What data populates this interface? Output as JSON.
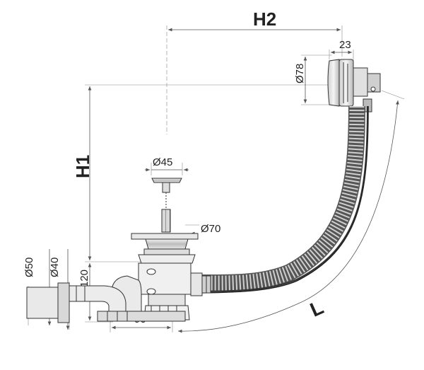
{
  "labels": {
    "h2": "H2",
    "h1": "H1",
    "d23": "23",
    "d78": "Ø78",
    "d45": "Ø45",
    "d70": "Ø70",
    "d50": "Ø50",
    "d40": "Ø40",
    "d120": "120",
    "d90": "90",
    "len": "L"
  }
}
